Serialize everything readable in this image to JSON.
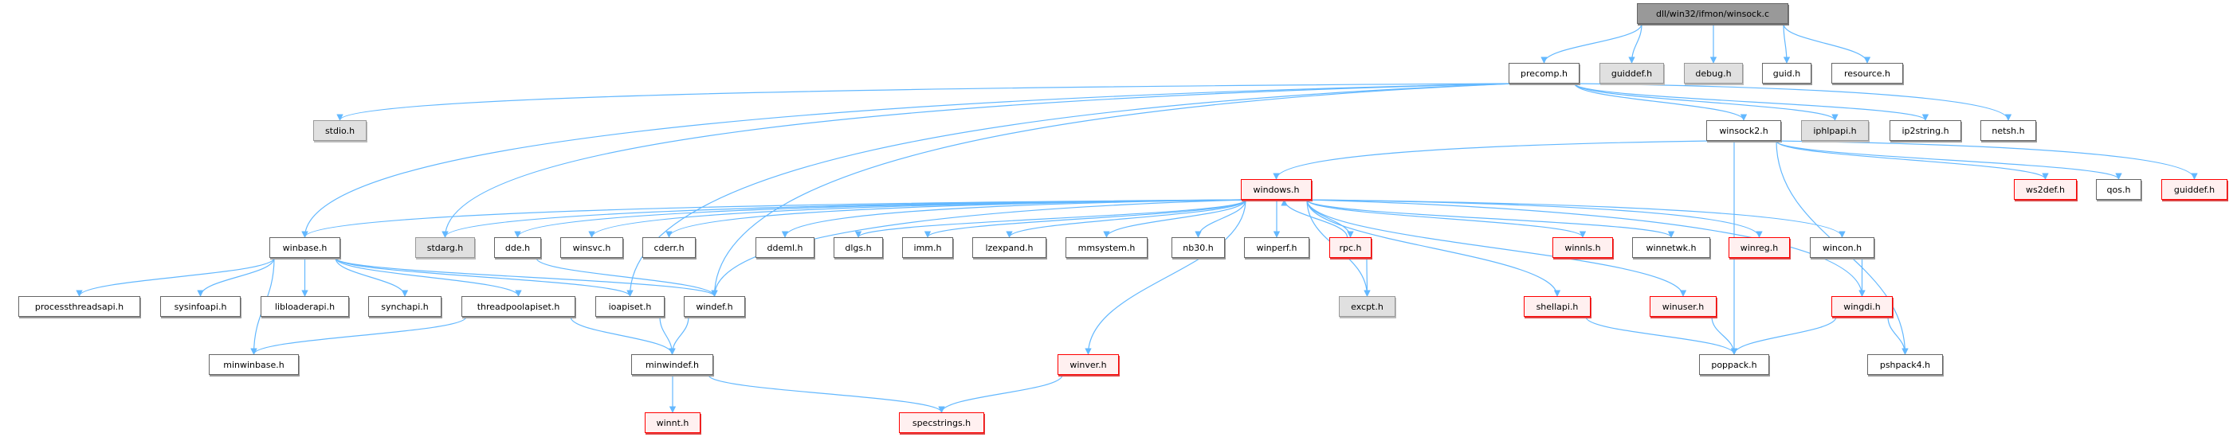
{
  "title": "dll/win32/ifmon/winsock.c",
  "colors": {
    "edge": "#63b8ff",
    "missing_border": "#ff0000",
    "root_fill": "#999999",
    "external_fill": "#e0e0e0"
  },
  "nodes": [
    {
      "id": "winsock_c",
      "label": "dll/win32/ifmon/winsock.c",
      "style": "root"
    },
    {
      "id": "precomp",
      "label": "precomp.h",
      "style": "normal"
    },
    {
      "id": "guiddef1",
      "label": "guiddef.h",
      "style": "gray"
    },
    {
      "id": "debug",
      "label": "debug.h",
      "style": "gray"
    },
    {
      "id": "guid",
      "label": "guid.h",
      "style": "normal"
    },
    {
      "id": "resource",
      "label": "resource.h",
      "style": "normal"
    },
    {
      "id": "stdio",
      "label": "stdio.h",
      "style": "gray"
    },
    {
      "id": "winsock2",
      "label": "winsock2.h",
      "style": "normal"
    },
    {
      "id": "iphlpapi",
      "label": "iphlpapi.h",
      "style": "gray"
    },
    {
      "id": "ip2string",
      "label": "ip2string.h",
      "style": "normal"
    },
    {
      "id": "netsh",
      "label": "netsh.h",
      "style": "normal"
    },
    {
      "id": "windows",
      "label": "windows.h",
      "style": "red"
    },
    {
      "id": "ws2def",
      "label": "ws2def.h",
      "style": "red"
    },
    {
      "id": "qos",
      "label": "qos.h",
      "style": "normal"
    },
    {
      "id": "guiddef2",
      "label": "guiddef.h",
      "style": "red"
    },
    {
      "id": "winbase",
      "label": "winbase.h",
      "style": "normal"
    },
    {
      "id": "stdarg",
      "label": "stdarg.h",
      "style": "gray"
    },
    {
      "id": "dde",
      "label": "dde.h",
      "style": "normal"
    },
    {
      "id": "winsvc",
      "label": "winsvc.h",
      "style": "normal"
    },
    {
      "id": "cderr",
      "label": "cderr.h",
      "style": "normal"
    },
    {
      "id": "ddeml",
      "label": "ddeml.h",
      "style": "normal"
    },
    {
      "id": "dlgs",
      "label": "dlgs.h",
      "style": "normal"
    },
    {
      "id": "imm",
      "label": "imm.h",
      "style": "normal"
    },
    {
      "id": "lzexpand",
      "label": "lzexpand.h",
      "style": "normal"
    },
    {
      "id": "mmsystem",
      "label": "mmsystem.h",
      "style": "normal"
    },
    {
      "id": "nb30",
      "label": "nb30.h",
      "style": "normal"
    },
    {
      "id": "winperf",
      "label": "winperf.h",
      "style": "normal"
    },
    {
      "id": "rpc",
      "label": "rpc.h",
      "style": "red"
    },
    {
      "id": "winnls",
      "label": "winnls.h",
      "style": "red"
    },
    {
      "id": "winnetwk",
      "label": "winnetwk.h",
      "style": "normal"
    },
    {
      "id": "winreg",
      "label": "winreg.h",
      "style": "red"
    },
    {
      "id": "wincon",
      "label": "wincon.h",
      "style": "normal"
    },
    {
      "id": "processthreadsapi",
      "label": "processthreadsapi.h",
      "style": "normal"
    },
    {
      "id": "sysinfoapi",
      "label": "sysinfoapi.h",
      "style": "normal"
    },
    {
      "id": "libloaderapi",
      "label": "libloaderapi.h",
      "style": "normal"
    },
    {
      "id": "synchapi",
      "label": "synchapi.h",
      "style": "normal"
    },
    {
      "id": "threadpoolapiset",
      "label": "threadpoolapiset.h",
      "style": "normal"
    },
    {
      "id": "ioapiset",
      "label": "ioapiset.h",
      "style": "normal"
    },
    {
      "id": "windef",
      "label": "windef.h",
      "style": "normal"
    },
    {
      "id": "excpt",
      "label": "excpt.h",
      "style": "gray"
    },
    {
      "id": "shellapi",
      "label": "shellapi.h",
      "style": "red"
    },
    {
      "id": "winuser",
      "label": "winuser.h",
      "style": "red"
    },
    {
      "id": "wingdi",
      "label": "wingdi.h",
      "style": "red"
    },
    {
      "id": "minwinbase",
      "label": "minwinbase.h",
      "style": "normal"
    },
    {
      "id": "minwindef",
      "label": "minwindef.h",
      "style": "normal"
    },
    {
      "id": "winver",
      "label": "winver.h",
      "style": "red"
    },
    {
      "id": "poppack",
      "label": "poppack.h",
      "style": "normal"
    },
    {
      "id": "pshpack4",
      "label": "pshpack4.h",
      "style": "normal"
    },
    {
      "id": "winnt",
      "label": "winnt.h",
      "style": "red"
    },
    {
      "id": "specstrings",
      "label": "specstrings.h",
      "style": "red"
    }
  ],
  "edges": [
    [
      "winsock_c",
      "precomp"
    ],
    [
      "winsock_c",
      "guiddef1"
    ],
    [
      "winsock_c",
      "debug"
    ],
    [
      "winsock_c",
      "guid"
    ],
    [
      "winsock_c",
      "resource"
    ],
    [
      "precomp",
      "stdio"
    ],
    [
      "precomp",
      "winbase"
    ],
    [
      "precomp",
      "stdarg"
    ],
    [
      "precomp",
      "windef"
    ],
    [
      "precomp",
      "ioapiset"
    ],
    [
      "precomp",
      "winsock2"
    ],
    [
      "precomp",
      "iphlpapi"
    ],
    [
      "precomp",
      "ip2string"
    ],
    [
      "precomp",
      "netsh"
    ],
    [
      "winsock2",
      "windows"
    ],
    [
      "winsock2",
      "ws2def"
    ],
    [
      "winsock2",
      "qos"
    ],
    [
      "winsock2",
      "guiddef2"
    ],
    [
      "winsock2",
      "poppack"
    ],
    [
      "winsock2",
      "pshpack4"
    ],
    [
      "windows",
      "winbase"
    ],
    [
      "windows",
      "stdarg"
    ],
    [
      "windows",
      "dde"
    ],
    [
      "windows",
      "winsvc"
    ],
    [
      "windows",
      "cderr"
    ],
    [
      "windows",
      "ddeml"
    ],
    [
      "windows",
      "dlgs"
    ],
    [
      "windows",
      "imm"
    ],
    [
      "windows",
      "lzexpand"
    ],
    [
      "windows",
      "mmsystem"
    ],
    [
      "windows",
      "nb30"
    ],
    [
      "windows",
      "winperf"
    ],
    [
      "windows",
      "rpc"
    ],
    [
      "windows",
      "winnls"
    ],
    [
      "windows",
      "winnetwk"
    ],
    [
      "windows",
      "winreg"
    ],
    [
      "windows",
      "wincon"
    ],
    [
      "windows",
      "windef"
    ],
    [
      "windows",
      "excpt"
    ],
    [
      "windows",
      "shellapi"
    ],
    [
      "windows",
      "winuser"
    ],
    [
      "windows",
      "wingdi"
    ],
    [
      "windows",
      "winver"
    ],
    [
      "rpc",
      "windows"
    ],
    [
      "rpc",
      "excpt"
    ],
    [
      "winbase",
      "processthreadsapi"
    ],
    [
      "winbase",
      "sysinfoapi"
    ],
    [
      "winbase",
      "libloaderapi"
    ],
    [
      "winbase",
      "synchapi"
    ],
    [
      "winbase",
      "threadpoolapiset"
    ],
    [
      "winbase",
      "ioapiset"
    ],
    [
      "winbase",
      "windef"
    ],
    [
      "winbase",
      "minwinbase"
    ],
    [
      "dde",
      "windef"
    ],
    [
      "threadpoolapiset",
      "minwinbase"
    ],
    [
      "threadpoolapiset",
      "minwindef"
    ],
    [
      "ioapiset",
      "minwindef"
    ],
    [
      "windef",
      "minwindef"
    ],
    [
      "minwindef",
      "winnt"
    ],
    [
      "minwindef",
      "specstrings"
    ],
    [
      "winver",
      "specstrings"
    ],
    [
      "shellapi",
      "poppack"
    ],
    [
      "winuser",
      "poppack"
    ],
    [
      "wingdi",
      "poppack"
    ],
    [
      "wingdi",
      "pshpack4"
    ],
    [
      "wincon",
      "wingdi"
    ]
  ]
}
